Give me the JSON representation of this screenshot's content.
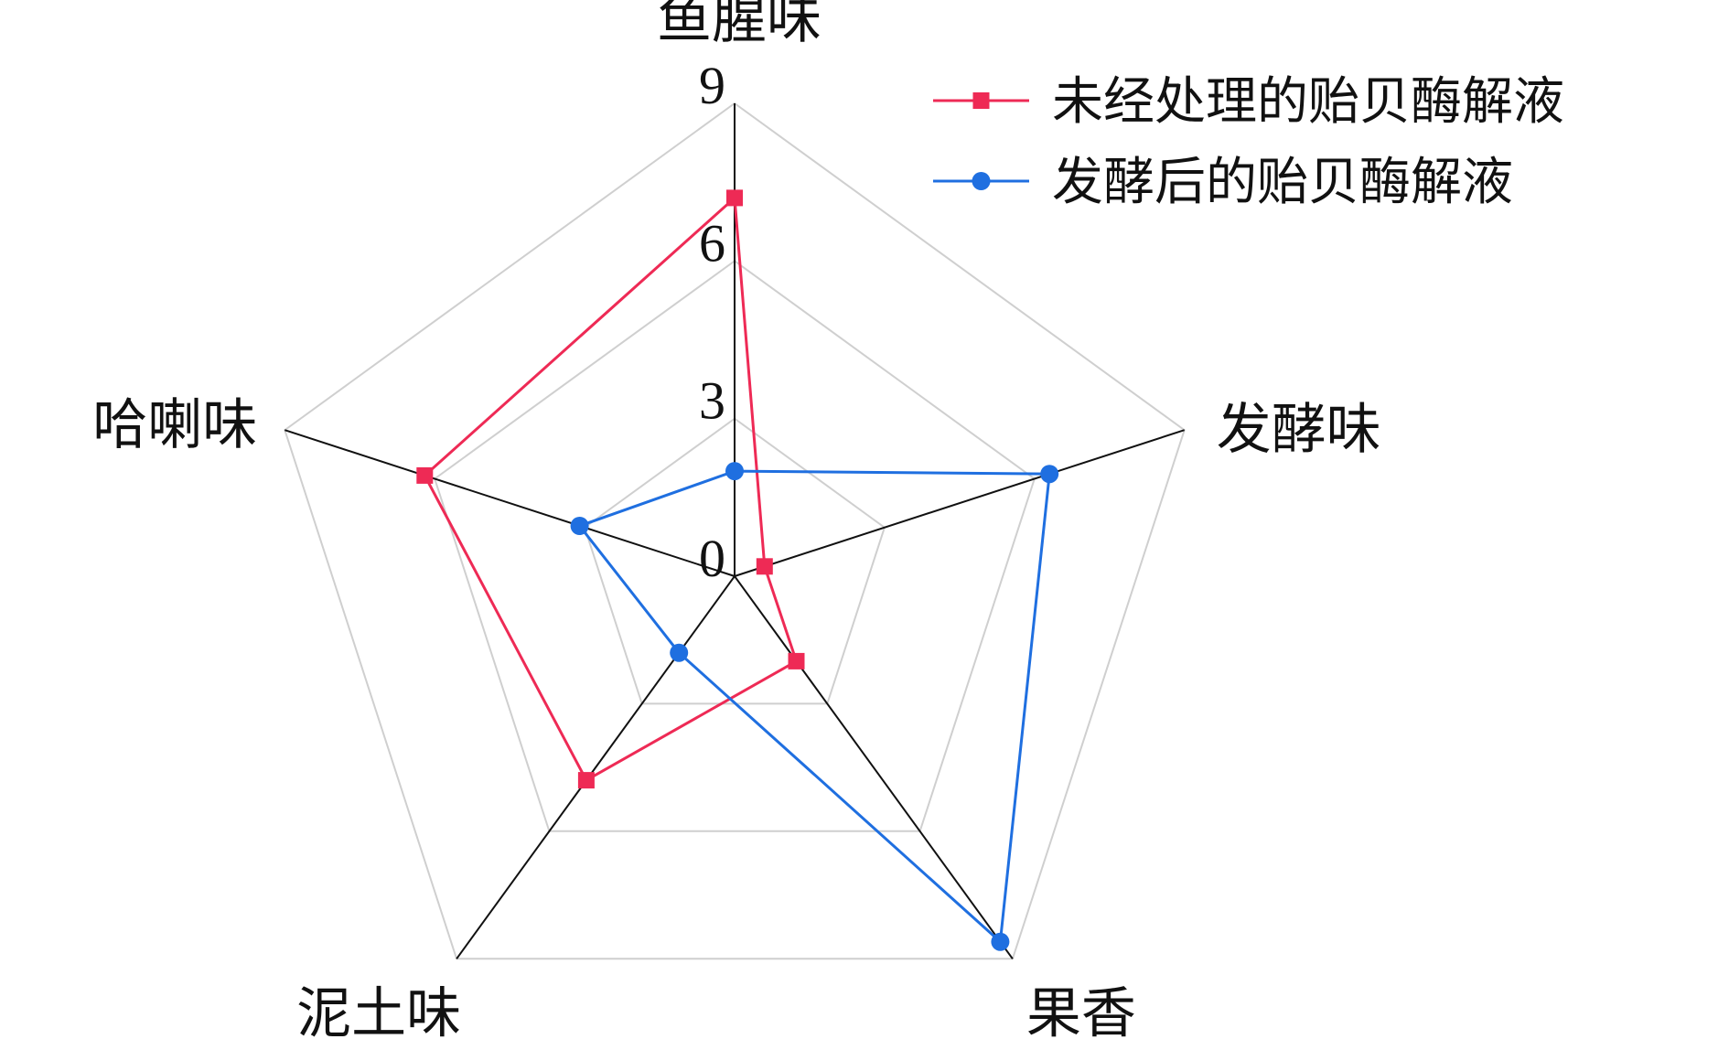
{
  "chart_data": {
    "type": "radar",
    "axes": [
      "鱼腥味",
      "发酵味",
      "果香",
      "泥土味",
      "哈喇味"
    ],
    "range": [
      0,
      9
    ],
    "ticks": [
      0,
      3,
      6,
      9
    ],
    "grid": true,
    "legend_position": "top-right",
    "series": [
      {
        "name": "未经处理的贻贝酶解液",
        "color": "#ee2a55",
        "marker": "square",
        "values": [
          7.2,
          0.6,
          2.0,
          4.8,
          6.2
        ]
      },
      {
        "name": "发酵后的贻贝酶解液",
        "color": "#1f6fe0",
        "marker": "circle",
        "values": [
          2.0,
          6.3,
          8.6,
          1.8,
          3.1
        ]
      }
    ]
  }
}
